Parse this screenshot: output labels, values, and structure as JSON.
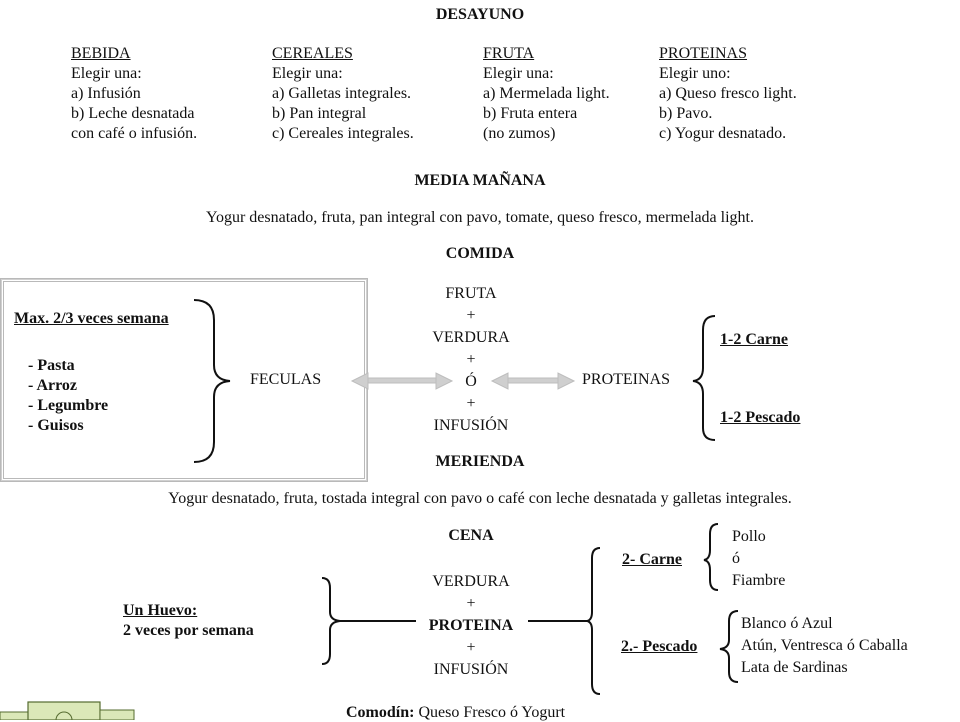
{
  "breakfast": {
    "title": "DESAYUNO",
    "columns": [
      {
        "heading": "BEBIDA",
        "lines": [
          "Elegir una:",
          "a) Infusión",
          "b) Leche desnatada",
          "con café o infusión."
        ]
      },
      {
        "heading": "CEREALES",
        "lines": [
          "Elegir una:",
          "a) Galletas integrales.",
          "b) Pan integral",
          "c) Cereales integrales."
        ]
      },
      {
        "heading": "FRUTA",
        "lines": [
          "Elegir una:",
          "a) Mermelada light.",
          "b) Fruta entera",
          "(no zumos)"
        ]
      },
      {
        "heading": "PROTEINAS",
        "lines": [
          "Elegir uno:",
          "a) Queso fresco light.",
          "b) Pavo.",
          "c) Yogur desnatado."
        ]
      }
    ]
  },
  "midmorning": {
    "title": "MEDIA MAÑANA",
    "text": "Yogur desnatado, fruta, pan integral con pavo, tomate, queso fresco, mermelada light."
  },
  "lunch": {
    "title": "COMIDA",
    "limit_label": "Max. 2/3 veces semana",
    "starches": [
      "- Pasta",
      "- Arroz",
      "- Legumbre",
      "- Guisos"
    ],
    "starch_label": "FECULAS",
    "center": [
      "FRUTA",
      "+",
      "VERDURA",
      "+",
      "Ó",
      "+",
      "INFUSIÓN"
    ],
    "protein_label": "PROTEINAS",
    "meat": "1-2  Carne",
    "fish": "1-2  Pescado"
  },
  "snack": {
    "title": "MERIENDA",
    "text": "Yogur desnatado, fruta, tostada  integral con pavo o café con leche desnatada y galletas integrales."
  },
  "dinner": {
    "title": "CENA",
    "egg_label": "Un Huevo:",
    "egg_freq": "2 veces por semana",
    "center_top": "VERDURA",
    "plus1": "+",
    "protein": "PROTEINA",
    "plus2": "+",
    "center_bottom": "INFUSIÓN",
    "meat_label": "2- Carne",
    "meat_options": [
      "Pollo",
      "ó",
      "Fiambre"
    ],
    "fish_label": "2.- Pescado",
    "fish_options": [
      "Blanco ó Azul",
      "Atún, Ventresca ó Caballa",
      "Lata de Sardinas"
    ]
  },
  "wildcard": {
    "label": "Comodín:",
    "text": "Queso Fresco ó Yogurt"
  }
}
